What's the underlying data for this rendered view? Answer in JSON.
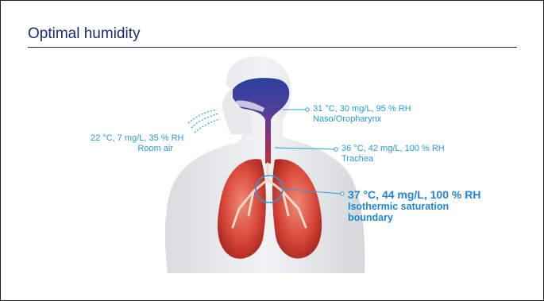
{
  "slide": {
    "title": "Optimal humidity"
  },
  "labels": {
    "room_air": {
      "values": "22 °C, 7 mg/L, 35 % RH",
      "location": "Room air"
    },
    "naso": {
      "values": "31 °C, 30 mg/L, 95 % RH",
      "location": "Naso/Oropharynx"
    },
    "trachea": {
      "values": "36 °C, 42 mg/L, 100 % RH",
      "location": "Trachea"
    },
    "isothermic": {
      "values": "37 °C, 44 mg/L, 100 % RH",
      "line1": "Isothermic saturation",
      "line2": "boundary"
    }
  },
  "colors": {
    "title": "#1a2a7a",
    "label": "#2a9bd8",
    "airway_upper": "#2b3f9e",
    "lungs": "#c8392e"
  }
}
